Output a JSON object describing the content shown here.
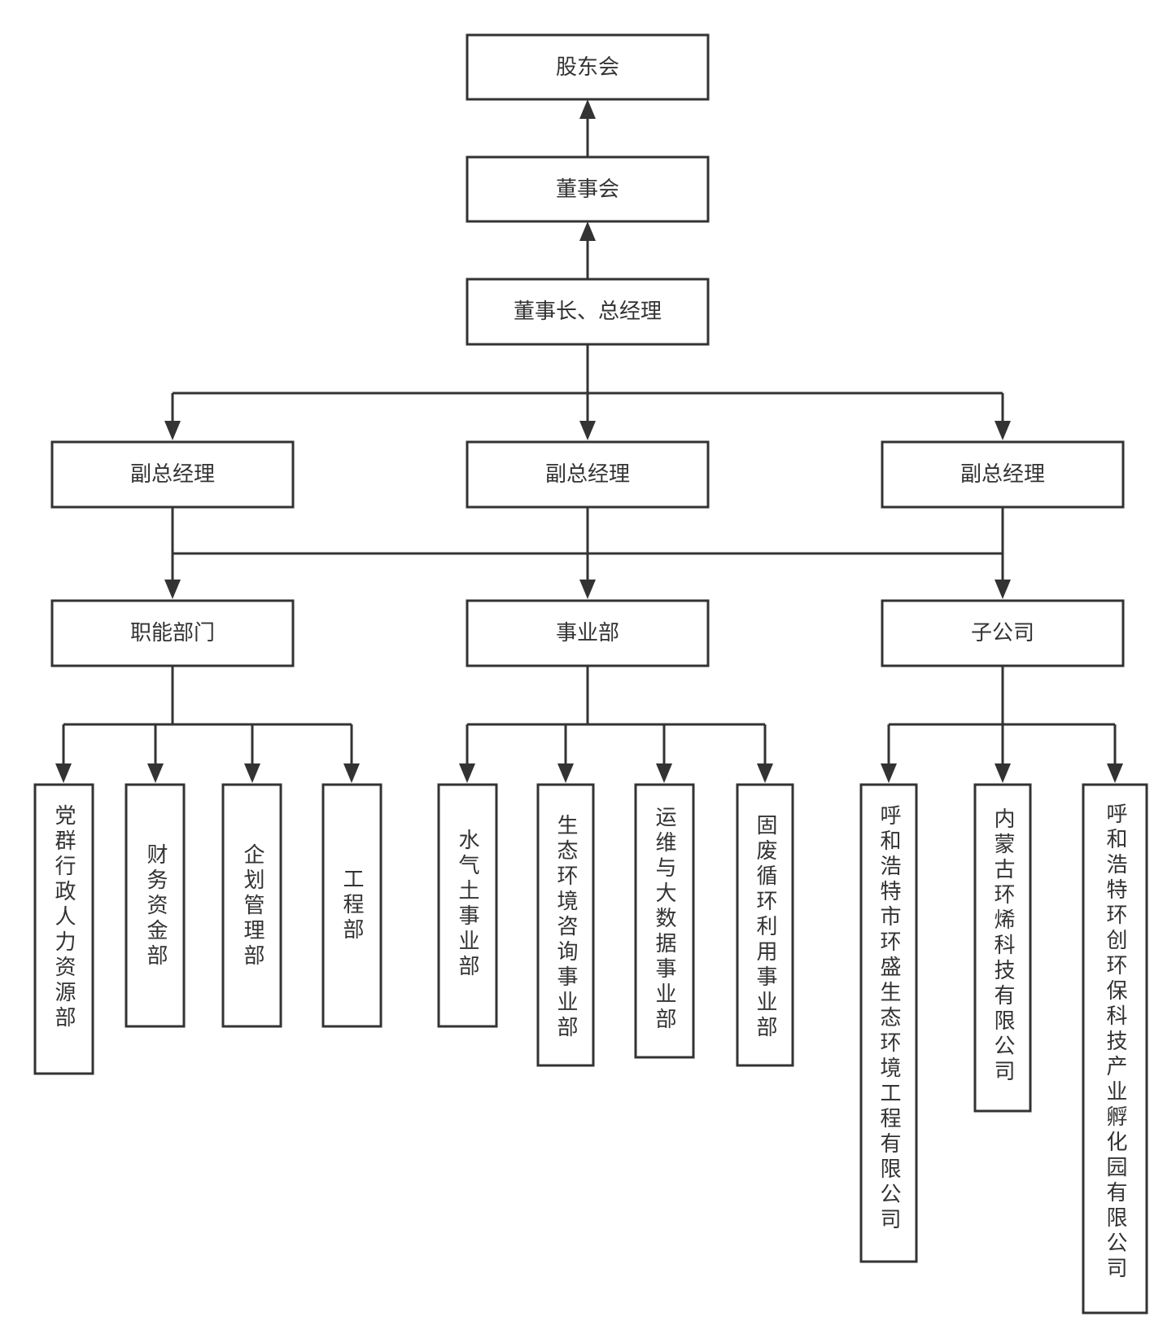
{
  "org_chart": {
    "nodes": {
      "shareholders": "股东会",
      "board": "董事会",
      "chairman_gm": "董事长、总经理",
      "vgm_left": "副总经理",
      "vgm_center": "副总经理",
      "vgm_right": "副总经理",
      "functional": "职能部门",
      "business": "事业部",
      "subsidiaries": "子公司",
      "party_hr": "党群行政人力资源部",
      "finance": "财务资金部",
      "planning": "企划管理部",
      "engineering": "工程部",
      "water_air_soil": "水气土事业部",
      "eco_consulting": "生态环境咨询事业部",
      "om_bigdata": "运维与大数据事业部",
      "solid_waste": "固废循环利用事业部",
      "huansheng": "呼和浩特市环盛生态环境工程有限公司",
      "huanxi": "内蒙古环烯科技有限公司",
      "huanchuang": "呼和浩特环创环保科技产业孵化园有限公司"
    },
    "edges": [
      [
        "board",
        "shareholders"
      ],
      [
        "chairman_gm",
        "board"
      ],
      [
        "chairman_gm",
        "vgm_left"
      ],
      [
        "chairman_gm",
        "vgm_center"
      ],
      [
        "chairman_gm",
        "vgm_right"
      ],
      [
        "vgm_left",
        "functional"
      ],
      [
        "vgm_center",
        "business"
      ],
      [
        "vgm_right",
        "subsidiaries"
      ],
      [
        "functional",
        "party_hr"
      ],
      [
        "functional",
        "finance"
      ],
      [
        "functional",
        "planning"
      ],
      [
        "functional",
        "engineering"
      ],
      [
        "business",
        "water_air_soil"
      ],
      [
        "business",
        "eco_consulting"
      ],
      [
        "business",
        "om_bigdata"
      ],
      [
        "business",
        "solid_waste"
      ],
      [
        "subsidiaries",
        "huansheng"
      ],
      [
        "subsidiaries",
        "huanxi"
      ],
      [
        "subsidiaries",
        "huanchuang"
      ]
    ]
  }
}
